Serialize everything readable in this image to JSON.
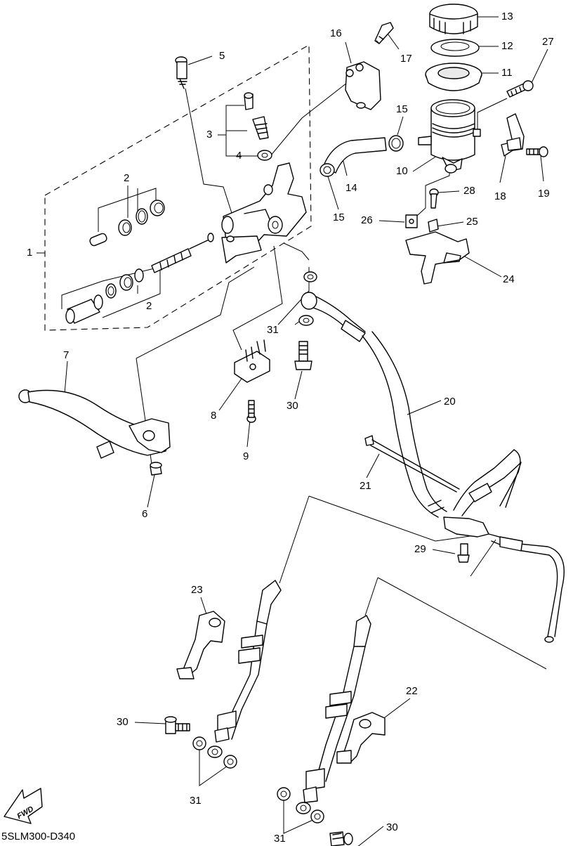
{
  "diagram": {
    "drawing_code": "5SLM300-D340",
    "direction_label": "FWD",
    "callouts": [
      "1",
      "2",
      "2",
      "3",
      "4",
      "5",
      "6",
      "7",
      "8",
      "9",
      "10",
      "11",
      "12",
      "13",
      "14",
      "15",
      "15",
      "16",
      "17",
      "18",
      "19",
      "20",
      "21",
      "22",
      "23",
      "24",
      "25",
      "26",
      "27",
      "28",
      "29",
      "30",
      "30",
      "30",
      "31",
      "31",
      "31"
    ]
  }
}
